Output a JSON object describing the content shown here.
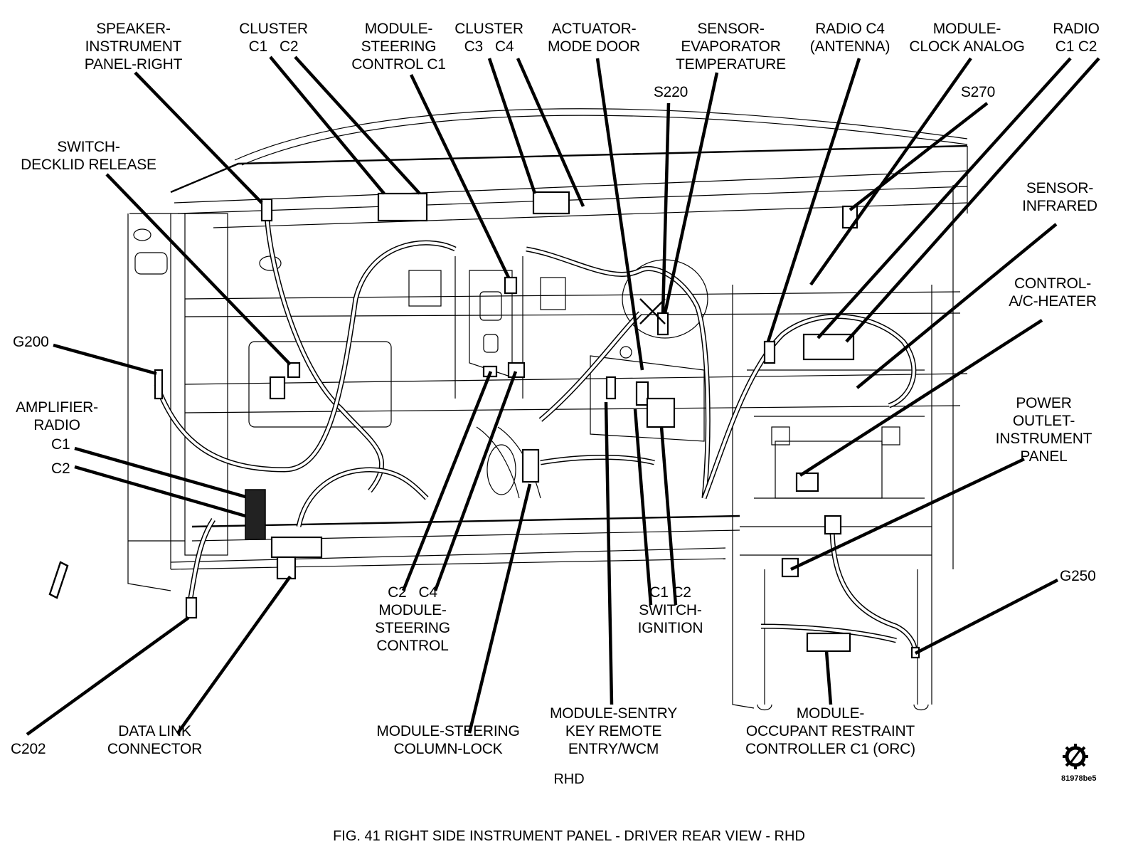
{
  "figure": {
    "caption": "FIG. 41 RIGHT SIDE INSTRUMENT PANEL - DRIVER REAR VIEW - RHD",
    "view_label": "RHD",
    "document_id": "81978be5",
    "logo_icon": "gear-pen-icon"
  },
  "callouts": [
    {
      "id": "speaker-ip-right",
      "text": "SPEAKER-\nINSTRUMENT\nPANEL-RIGHT"
    },
    {
      "id": "cluster-c1-c2",
      "text": "CLUSTER\nC1   C2"
    },
    {
      "id": "module-steering-control-c1",
      "text": "MODULE-\nSTEERING\nCONTROL C1"
    },
    {
      "id": "cluster-c3-c4",
      "text": "CLUSTER\nC3   C4"
    },
    {
      "id": "actuator-mode-door",
      "text": "ACTUATOR-\nMODE DOOR"
    },
    {
      "id": "sensor-evaporator-temp",
      "text": "SENSOR-\nEVAPORATOR\nTEMPERATURE"
    },
    {
      "id": "radio-c4-antenna",
      "text": "RADIO C4\n(ANTENNA)"
    },
    {
      "id": "module-clock-analog",
      "text": "MODULE-\nCLOCK ANALOG"
    },
    {
      "id": "radio-c1-c2",
      "text": "RADIO\nC1 C2"
    },
    {
      "id": "s220",
      "text": "S220"
    },
    {
      "id": "s270",
      "text": "S270"
    },
    {
      "id": "switch-decklid-release",
      "text": "SWITCH-\nDECKLID RELEASE"
    },
    {
      "id": "sensor-infrared",
      "text": "SENSOR-\nINFRARED"
    },
    {
      "id": "control-ac-heater",
      "text": "CONTROL-\nA/C-HEATER"
    },
    {
      "id": "g200",
      "text": "G200"
    },
    {
      "id": "amplifier-radio",
      "text": "AMPLIFIER-\nRADIO"
    },
    {
      "id": "amplifier-c1",
      "text": "C1"
    },
    {
      "id": "amplifier-c2",
      "text": "C2"
    },
    {
      "id": "power-outlet-ip",
      "text": "POWER\nOUTLET-\nINSTRUMENT\nPANEL"
    },
    {
      "id": "g250",
      "text": "G250"
    },
    {
      "id": "module-steering-control-c2-c4",
      "text": "C2   C4\nMODULE-\nSTEERING\nCONTROL"
    },
    {
      "id": "switch-ignition",
      "text": "C1 C2\nSWITCH-\nIGNITION"
    },
    {
      "id": "c202",
      "text": "C202"
    },
    {
      "id": "data-link-connector",
      "text": "DATA LINK\nCONNECTOR"
    },
    {
      "id": "module-steering-column-lock",
      "text": "MODULE-STEERING\nCOLUMN-LOCK"
    },
    {
      "id": "module-sentry-key",
      "text": "MODULE-SENTRY\nKEY REMOTE\nENTRY/WCM"
    },
    {
      "id": "module-orc",
      "text": "MODULE-\nOCCUPANT RESTRAINT\nCONTROLLER C1 (ORC)"
    }
  ]
}
